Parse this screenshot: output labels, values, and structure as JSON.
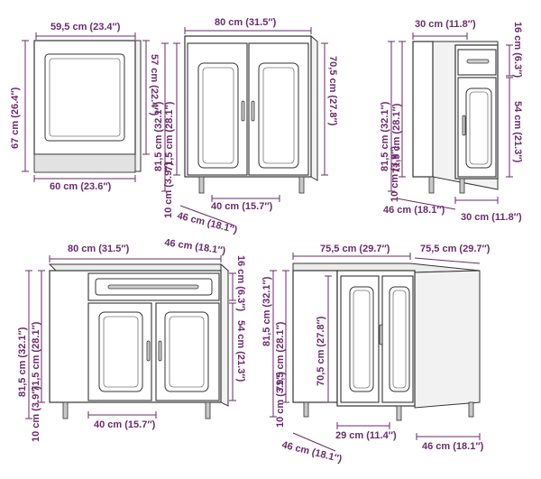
{
  "labels": {
    "a_width_top": "59,5 cm (23.4″)",
    "a_width_bottom": "60 cm (23.6″)",
    "a_height_total": "67 cm (26.4″)",
    "a_height_front": "57 cm (22.4″)",
    "b_width": "80 cm (31.5″)",
    "b_height_total": "81,5 cm (32.1″)",
    "b_height_body": "71,5 cm (28.1″)",
    "b_leg": "10 cm (3.9″)",
    "b_door_height": "70,5 cm (27.8″)",
    "b_inner_width": "40 cm (15.7″)",
    "b_depth": "46 cm (18.1″)",
    "c_width": "30 cm (11.8″)",
    "c_height_total": "81,5 cm (32.1″)",
    "c_height_body": "71,5 cm (28.1″)",
    "c_leg": "10 cm (3.9″)",
    "c_drawer": "16 cm (6.3″)",
    "c_door": "54 cm (21.3″)",
    "c_depth": "46 cm (18.1″)",
    "c_width_bottom": "30 cm (11.8″)",
    "d_width": "80 cm (31.5″)",
    "d_depth_top": "46 cm (18.1″)",
    "d_height_total": "81,5 cm (32.1″)",
    "d_height_body": "71,5 cm (28.1″)",
    "d_leg": "10 cm (3.9″)",
    "d_drawer": "16 cm (6.3″)",
    "d_door": "54 cm (21.3″)",
    "d_inner_width": "40 cm (15.7″)",
    "e_width_left": "75,5 cm (29.7″)",
    "e_width_right": "75,5 cm (29.7″)",
    "e_height_total": "81,5 cm (32.1″)",
    "e_height_body": "71,5 cm (28.1″)",
    "e_leg": "10 cm (3.9″)",
    "e_door_height": "70,5 cm (27.8″)",
    "e_inner_width": "29 cm (11.4″)",
    "e_depth_left": "46 cm (18.1″)",
    "e_depth_right": "46 cm (18.1″)"
  },
  "colors": {
    "dimension": "#6b2a6e",
    "outline": "#333333"
  }
}
